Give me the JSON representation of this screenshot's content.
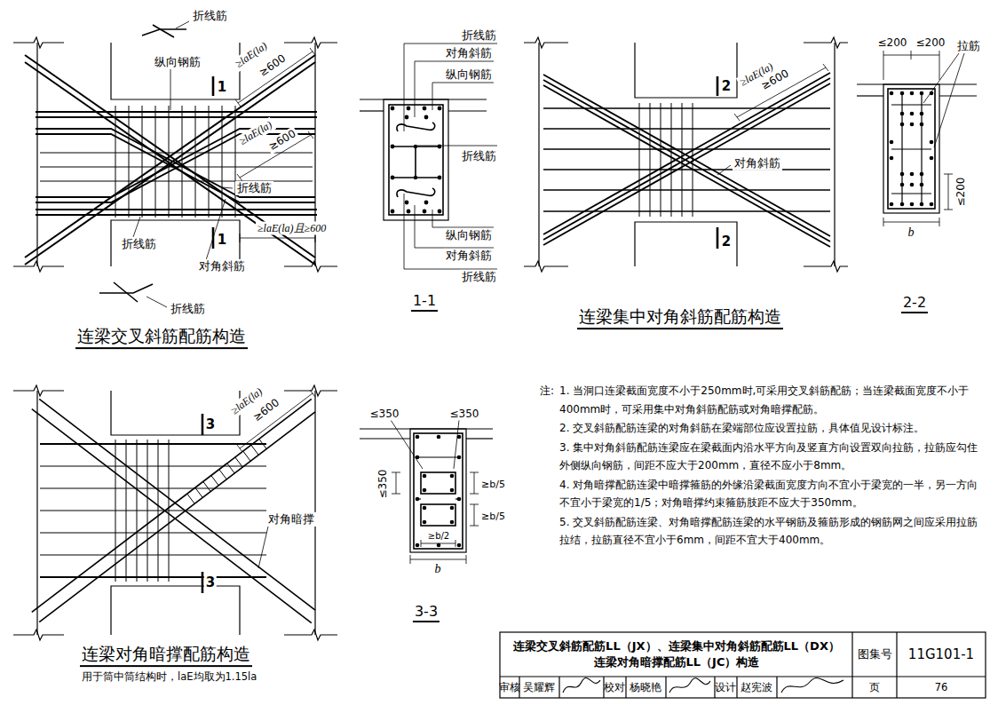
{
  "diagram": {
    "labels": [
      "折线筋",
      "纵向钢筋",
      "1",
      "≥laE(la)",
      "≥600",
      "≥laE(la)",
      "≥600",
      "折线筋",
      "1",
      "≥laE(la)且≥600",
      "折线筋",
      "对角斜筋",
      "折线筋",
      "连梁交叉斜筋配筋构造",
      "折线筋",
      "对角斜筋",
      "纵向钢筋",
      "折线筋",
      "纵向钢筋",
      "对角斜筋",
      "折线筋",
      "1-1",
      "2",
      "≥laE(la)",
      "≥600",
      "对角斜筋",
      "2",
      "连梁集中对角斜筋配筋构造",
      "≤200",
      "≤200",
      "拉筋",
      "≤200",
      "b",
      "2-2",
      "3",
      "≥laE(la)",
      "≥600",
      "对角暗撑",
      "3",
      "连梁对角暗撑配筋构造",
      "用于筒中筒结构时，laE均取为1.15la",
      "≤350",
      "≤350",
      "≤350",
      "≥b/5",
      "≥b/5",
      "≥b/2",
      "b",
      "3-3",
      "注:",
      "1. 当洞口连梁截面宽度不小于250mm时,可采用交叉斜筋配筋；当连梁截面宽度不小于400mm时，可采用集中对角斜筋配筋或对角暗撑配筋。",
      "2. 交叉斜筋配筋连梁的对角斜筋在梁端部位应设置拉筋，具体值见设计标注。",
      "3. 集中对角斜筋配筋连梁应在梁截面内沿水平方向及竖直方向设置双向拉筋，拉筋应勾住外侧纵向钢筋，间距不应大于200mm，直径不应小于8mm。",
      "4. 对角暗撑配筋连梁中暗撑箍筋的外缘沿梁截面宽度方向不宜小于梁宽的一半，另一方向不宜小于梁宽的1/5；对角暗撑约束箍筋肢距不应大于350mm。",
      "5. 交叉斜筋配筋连梁、对角暗撑配筋连梁的水平钢筋及箍筋形成的钢筋网之间应采用拉筋拉结，拉筋直径不宜小于6mm，间距不宜大于400mm。",
      "连梁交叉斜筋配筋LL（JX）、连梁集中对角斜筋配筋LL（DX） 连梁对角暗撑配筋LL（JC）构造",
      "图集号",
      "11G101-1",
      "审核",
      "吴耀辉",
      "校对",
      "杨晓艳",
      "设计",
      "赵宪波",
      "页",
      "76"
    ]
  }
}
